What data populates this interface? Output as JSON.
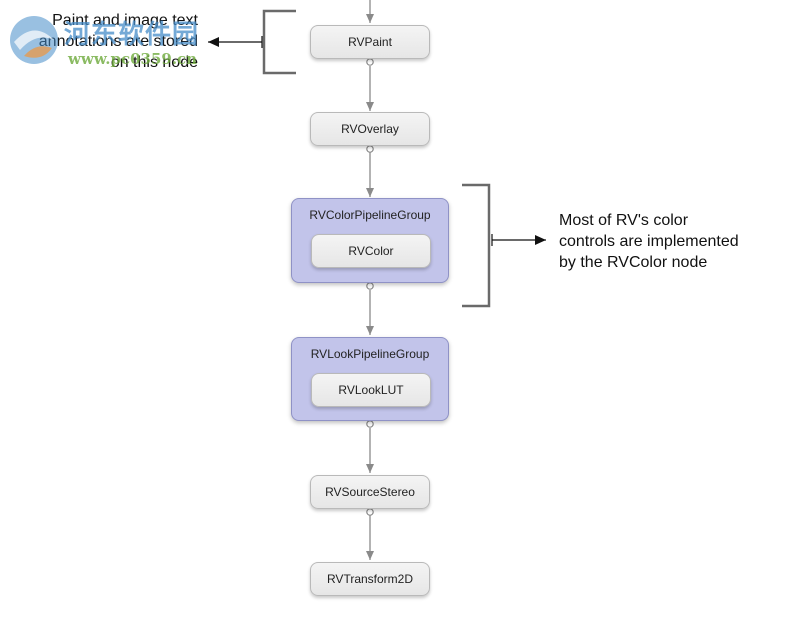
{
  "nodes": {
    "rvpaint": "RVPaint",
    "rvoverlay": "RVOverlay",
    "rvcolor": "RVColor",
    "rvlooklut": "RVLookLUT",
    "rvsourcestereo": "RVSourceStereo",
    "rvtransform2d": "RVTransform2D"
  },
  "groups": {
    "color_pipeline": "RVColorPipelineGroup",
    "look_pipeline": "RVLookPipelineGroup"
  },
  "annotations": {
    "paint": [
      "Paint and image text",
      "annotations are stored",
      "on this node"
    ],
    "color": [
      "Most of RV's color",
      "controls are implemented",
      "by the RVColor node"
    ]
  },
  "watermark": {
    "title": "河东软件园",
    "url": "www.pc0359.cn"
  },
  "colors": {
    "group_fill": "#c2c4ea",
    "node_fill": "#ececec",
    "connector": "#888888",
    "bracket": "#666666"
  }
}
